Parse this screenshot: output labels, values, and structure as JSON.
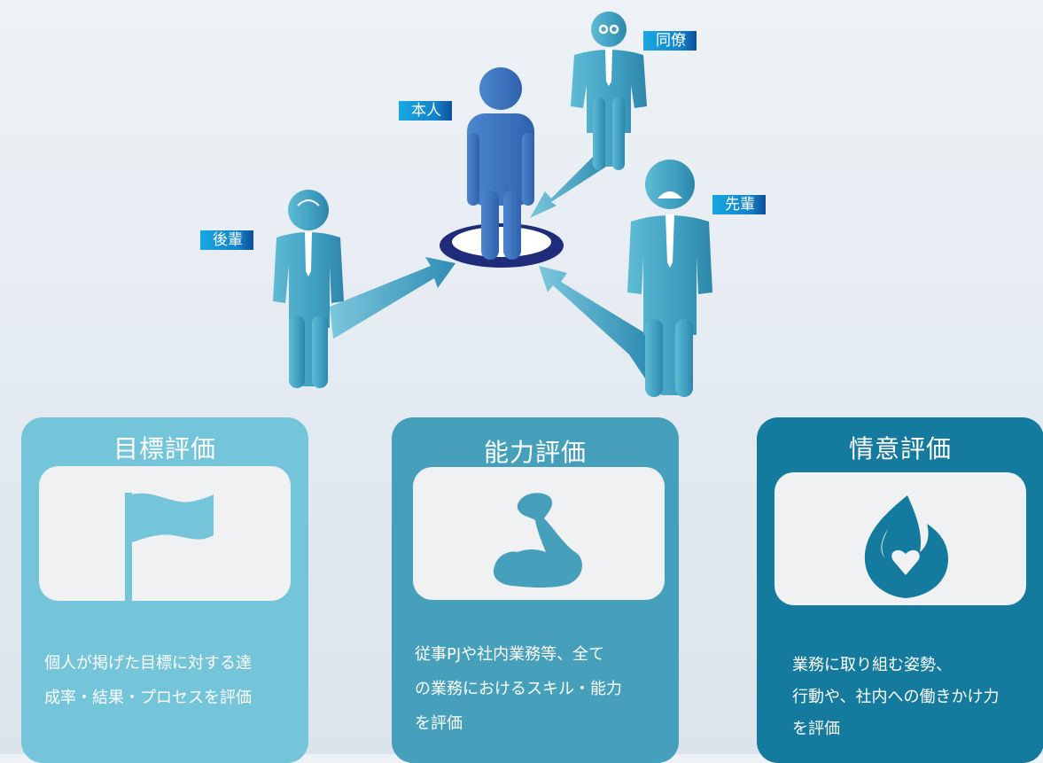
{
  "people": {
    "self": "本人",
    "colleague": "同僚",
    "senior": "先輩",
    "junior": "後輩"
  },
  "cards": [
    {
      "title": "目標評価",
      "icon": "flag-icon",
      "lines": [
        "個人が掲げた目標に対する達",
        "成率・結果・プロセスを評価"
      ],
      "color": "#74c5da"
    },
    {
      "title": "能力評価",
      "icon": "flexed-arm-icon",
      "lines": [
        "従事PJや社内業務等、全て",
        "の業務におけるスキル・能力",
        "を評価"
      ],
      "color": "#46a0bb"
    },
    {
      "title": "情意評価",
      "icon": "flame-heart-icon",
      "lines": [
        "業務に取り組む姿勢、",
        "行動や、社内への働きかけ力",
        "を評価"
      ],
      "color": "#147a9e"
    }
  ]
}
